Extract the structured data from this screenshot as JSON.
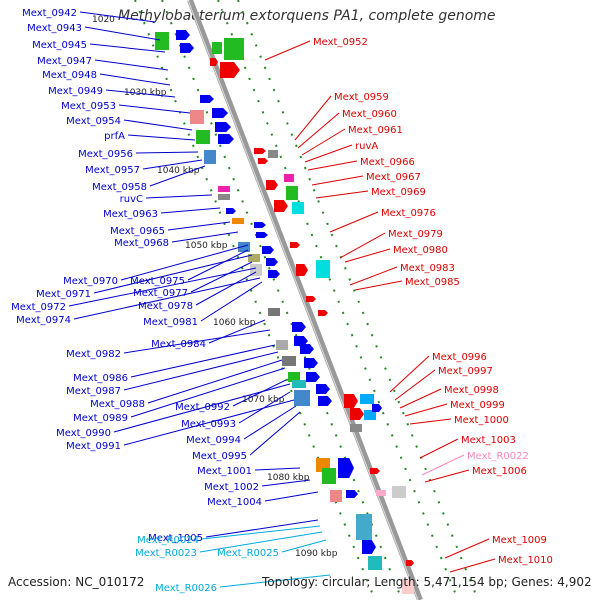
{
  "title": "Methylobacterium extorquens PA1, complete genome",
  "footer": {
    "accession": "Accession: NC_010172",
    "stats": "Topology: circular; Length: 5,471,154 bp; Genes: 4,902"
  },
  "ticks": [
    "1020",
    "1030 kbp",
    "1040 kbp",
    "1050 kbp",
    "1060 kbp",
    "1070 kbp",
    "1080 kbp",
    "1090 kbp"
  ],
  "left_labels": [
    {
      "text": "Mext_0942",
      "color": "#0000cc"
    },
    {
      "text": "Mext_0943",
      "color": "#0000cc"
    },
    {
      "text": "Mext_0945",
      "color": "#0000cc"
    },
    {
      "text": "Mext_0947",
      "color": "#0000cc"
    },
    {
      "text": "Mext_0948",
      "color": "#0000cc"
    },
    {
      "text": "Mext_0949",
      "color": "#0000cc"
    },
    {
      "text": "Mext_0953",
      "color": "#0000cc"
    },
    {
      "text": "Mext_0954",
      "color": "#0000cc"
    },
    {
      "text": "prfA",
      "color": "#0000cc"
    },
    {
      "text": "Mext_0956",
      "color": "#0000cc"
    },
    {
      "text": "Mext_0957",
      "color": "#0000cc"
    },
    {
      "text": "Mext_0958",
      "color": "#0000cc"
    },
    {
      "text": "ruvC",
      "color": "#0000cc"
    },
    {
      "text": "Mext_0963",
      "color": "#0000cc"
    },
    {
      "text": "Mext_0965",
      "color": "#0000cc"
    },
    {
      "text": "Mext_0968",
      "color": "#0000cc"
    },
    {
      "text": "Mext_0970",
      "color": "#0000cc"
    },
    {
      "text": "Mext_0975",
      "color": "#0000cc"
    },
    {
      "text": "Mext_0971",
      "color": "#0000cc"
    },
    {
      "text": "Mext_0977",
      "color": "#0000cc"
    },
    {
      "text": "Mext_0972",
      "color": "#0000cc"
    },
    {
      "text": "Mext_0978",
      "color": "#0000cc"
    },
    {
      "text": "Mext_0974",
      "color": "#0000cc"
    },
    {
      "text": "Mext_0981",
      "color": "#0000cc"
    },
    {
      "text": "Mext_0984",
      "color": "#0000cc"
    },
    {
      "text": "Mext_0982",
      "color": "#0000cc"
    },
    {
      "text": "Mext_0986",
      "color": "#0000cc"
    },
    {
      "text": "Mext_0987",
      "color": "#0000cc"
    },
    {
      "text": "Mext_0988",
      "color": "#0000cc"
    },
    {
      "text": "Mext_0989",
      "color": "#0000cc"
    },
    {
      "text": "Mext_0992",
      "color": "#0000cc"
    },
    {
      "text": "Mext_0990",
      "color": "#0000cc"
    },
    {
      "text": "Mext_0993",
      "color": "#0000cc"
    },
    {
      "text": "Mext_0991",
      "color": "#0000cc"
    },
    {
      "text": "Mext_0994",
      "color": "#0000cc"
    },
    {
      "text": "Mext_0995",
      "color": "#0000cc"
    },
    {
      "text": "Mext_1001",
      "color": "#0000cc"
    },
    {
      "text": "Mext_1002",
      "color": "#0000cc"
    },
    {
      "text": "Mext_1004",
      "color": "#0000cc"
    },
    {
      "text": "Mext_1005",
      "color": "#0000cc"
    },
    {
      "text": "Mext_R0024",
      "color": "#00aadd"
    },
    {
      "text": "Mext_R0023",
      "color": "#00aadd"
    },
    {
      "text": "Mext_R0025",
      "color": "#00aadd"
    },
    {
      "text": "Mext_R0026",
      "color": "#00aadd"
    }
  ],
  "right_labels": [
    {
      "text": "Mext_0952",
      "color": "#dd0000"
    },
    {
      "text": "Mext_0959",
      "color": "#dd0000"
    },
    {
      "text": "Mext_0960",
      "color": "#dd0000"
    },
    {
      "text": "Mext_0961",
      "color": "#dd0000"
    },
    {
      "text": "ruvA",
      "color": "#dd0000"
    },
    {
      "text": "Mext_0966",
      "color": "#dd0000"
    },
    {
      "text": "Mext_0967",
      "color": "#dd0000"
    },
    {
      "text": "Mext_0969",
      "color": "#dd0000"
    },
    {
      "text": "Mext_0976",
      "color": "#dd0000"
    },
    {
      "text": "Mext_0979",
      "color": "#dd0000"
    },
    {
      "text": "Mext_0980",
      "color": "#dd0000"
    },
    {
      "text": "Mext_0983",
      "color": "#dd0000"
    },
    {
      "text": "Mext_0985",
      "color": "#dd0000"
    },
    {
      "text": "Mext_0996",
      "color": "#dd0000"
    },
    {
      "text": "Mext_0997",
      "color": "#dd0000"
    },
    {
      "text": "Mext_0998",
      "color": "#dd0000"
    },
    {
      "text": "Mext_0999",
      "color": "#dd0000"
    },
    {
      "text": "Mext_1000",
      "color": "#dd0000"
    },
    {
      "text": "Mext_1003",
      "color": "#dd0000"
    },
    {
      "text": "Mext_R0022",
      "color": "#ff88bb"
    },
    {
      "text": "Mext_1006",
      "color": "#dd0000"
    },
    {
      "text": "Mext_1009",
      "color": "#dd0000"
    },
    {
      "text": "Mext_1010",
      "color": "#dd0000"
    }
  ],
  "colors": {
    "forward_gene": "#0000ee",
    "reverse_gene": "#ee0000",
    "backbone": "#888888",
    "tick_dash": "#228822",
    "rna": "#00aadd"
  }
}
